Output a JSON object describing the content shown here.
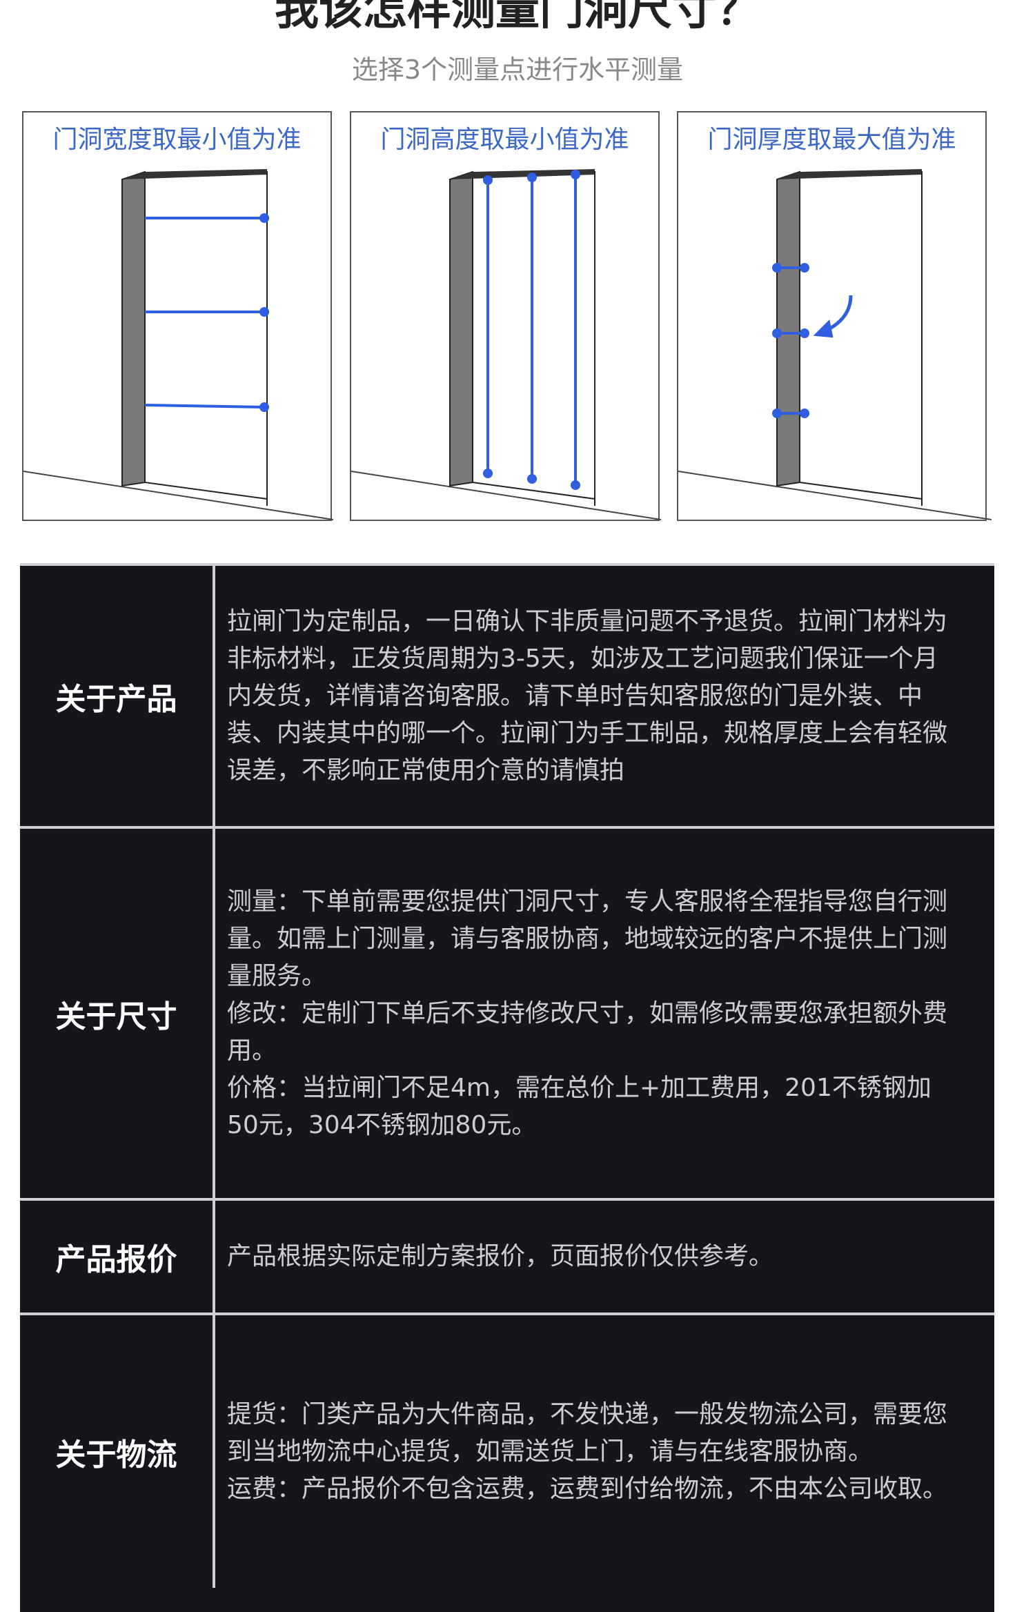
{
  "header": {
    "title": "我该怎样测量门洞尺寸？",
    "subtitle": "选择3个测量点进行水平测量"
  },
  "panels": [
    {
      "title": "门洞宽度取最小值为准"
    },
    {
      "title": "门洞高度取最小值为准"
    },
    {
      "title": "门洞厚度取最大值为准"
    }
  ],
  "colors": {
    "accent": "#2f5fe0",
    "table_bg": "#17141c",
    "panel_title": "#3a67c8"
  },
  "rows": [
    {
      "label": "关于产品",
      "paragraphs": [
        "拉闸门为定制品，一日确认下非质量问题不予退货。拉闸门材料为非标材料，正发货周期为3-5天，如涉及工艺问题我们保证一个月内发货，详情请咨询客服。请下单时告知客服您的门是外装、中装、内装其中的哪一个。拉闸门为手工制品，规格厚度上会有轻微误差，不影响正常使用介意的请慎拍"
      ]
    },
    {
      "label": "关于尺寸",
      "paragraphs": [
        "测量：下单前需要您提供门洞尺寸，专人客服将全程指导您自行测量。如需上门测量，请与客服协商，地域较远的客户不提供上门测量服务。",
        "修改：定制门下单后不支持修改尺寸，如需修改需要您承担额外费用。",
        "价格：当拉闸门不足4m，需在总价上+加工费用，201不锈钢加50元，304不锈钢加80元。"
      ]
    },
    {
      "label": "产品报价",
      "paragraphs": [
        "产品根据实际定制方案报价，页面报价仅供参考。"
      ]
    },
    {
      "label": "关于物流",
      "paragraphs": [
        "提货：门类产品为大件商品，不发快递，一般发物流公司，需要您到当地物流中心提货，如需送货上门，请与在线客服协商。",
        "运费：产品报价不包含运费，运费到付给物流，不由本公司收取。"
      ]
    }
  ]
}
